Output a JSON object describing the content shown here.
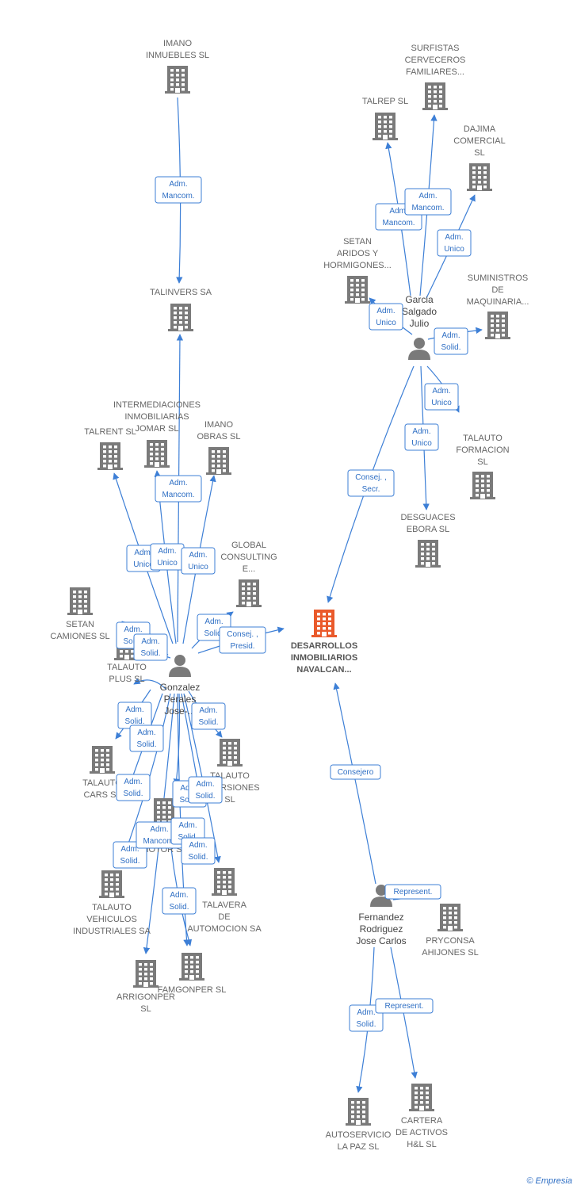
{
  "colors": {
    "edge": "#3d7fd6",
    "building": "#7a7a7a",
    "focus_building": "#ea5a2b",
    "person": "#7a7a7a",
    "label": "#666666"
  },
  "companies": [
    {
      "id": "imano-inmuebles",
      "lines": [
        "IMANO",
        "INMUEBLES  SL"
      ],
      "focus": false
    },
    {
      "id": "talinvers",
      "lines": [
        "TALINVERS SA"
      ],
      "focus": false
    },
    {
      "id": "talrent",
      "lines": [
        "TALRENT  SL"
      ],
      "focus": false
    },
    {
      "id": "intermediaciones",
      "lines": [
        "INTERMEDIACIONES",
        "INMOBILIARIAS",
        "JOMAR  SL"
      ],
      "focus": false
    },
    {
      "id": "imano-obras",
      "lines": [
        "IMANO",
        "OBRAS  SL"
      ],
      "focus": false
    },
    {
      "id": "global-consulting",
      "lines": [
        "GLOBAL",
        "CONSULTING",
        "E..."
      ],
      "focus": false
    },
    {
      "id": "setan-camiones",
      "lines": [
        "SETAN",
        "CAMIONES SL"
      ],
      "focus": false
    },
    {
      "id": "talauto-plus",
      "lines": [
        "TALAUTO",
        "PLUS  SL"
      ],
      "focus": false
    },
    {
      "id": "talauto-cars",
      "lines": [
        "TALAUTO",
        "CARS  SL"
      ],
      "focus": false
    },
    {
      "id": "talauto-inversiones",
      "lines": [
        "TALAUTO",
        "INVERSIONES",
        "SL"
      ],
      "focus": false
    },
    {
      "id": "talauto-motor",
      "lines": [
        "TALAUTO",
        "MOTOR  SL"
      ],
      "focus": false
    },
    {
      "id": "talauto-vehiculos",
      "lines": [
        "TALAUTO",
        "VEHICULOS",
        "INDUSTRIALES SA"
      ],
      "focus": false
    },
    {
      "id": "talavera-automocion",
      "lines": [
        "TALAVERA",
        "DE",
        "AUTOMOCION SA"
      ],
      "focus": false
    },
    {
      "id": "arrigonper",
      "lines": [
        "ARRIGONPER",
        "SL"
      ],
      "focus": false
    },
    {
      "id": "famgonper",
      "lines": [
        "FAMGONPER SL"
      ],
      "focus": false
    },
    {
      "id": "desarrollos",
      "lines": [
        "DESARROLLOS",
        "INMOBILIARIOS",
        "NAVALCAN..."
      ],
      "focus": true
    },
    {
      "id": "surfistas",
      "lines": [
        "SURFISTAS",
        "CERVECEROS",
        "FAMILIARES..."
      ],
      "focus": false
    },
    {
      "id": "talrep",
      "lines": [
        "TALREP  SL"
      ],
      "focus": false
    },
    {
      "id": "dajima",
      "lines": [
        "DAJIMA",
        "COMERCIAL",
        "SL"
      ],
      "focus": false
    },
    {
      "id": "setan-aridos",
      "lines": [
        "SETAN",
        "ARIDOS Y",
        "HORMIGONES..."
      ],
      "focus": false
    },
    {
      "id": "suministros",
      "lines": [
        "SUMINISTROS",
        "DE",
        "MAQUINARIA..."
      ],
      "focus": false
    },
    {
      "id": "talauto-formacion",
      "lines": [
        "TALAUTO",
        "FORMACION",
        "SL"
      ],
      "focus": false
    },
    {
      "id": "desguaces",
      "lines": [
        "DESGUACES",
        "EBORA SL"
      ],
      "focus": false
    },
    {
      "id": "pryconsa",
      "lines": [
        "PRYCONSA",
        "AHIJONES  SL"
      ],
      "focus": false
    },
    {
      "id": "autoservicio",
      "lines": [
        "AUTOSERVICIO",
        "LA PAZ SL"
      ],
      "focus": false
    },
    {
      "id": "cartera",
      "lines": [
        "CARTERA",
        "DE ACTIVOS",
        "H&L  SL"
      ],
      "focus": false
    }
  ],
  "persons": [
    {
      "id": "gonzalez",
      "lines": [
        "Gonzalez",
        "Perales",
        "Jose-..."
      ]
    },
    {
      "id": "garcia",
      "lines": [
        "Garcia",
        "Salgado",
        "Julio"
      ]
    },
    {
      "id": "fernandez",
      "lines": [
        "Fernandez",
        "Rodriguez",
        "Jose Carlos"
      ]
    }
  ],
  "relations": [
    {
      "id": "e1",
      "lines": [
        "Adm.",
        "Mancom."
      ]
    },
    {
      "id": "e2",
      "lines": [
        "Adm.",
        "Mancom."
      ]
    },
    {
      "id": "e3",
      "lines": [
        "Adm.",
        "Unico"
      ]
    },
    {
      "id": "e4",
      "lines": [
        "Adm.",
        "Unico"
      ]
    },
    {
      "id": "e5",
      "lines": [
        "Adm.",
        "Unico"
      ]
    },
    {
      "id": "e6",
      "lines": [
        "Adm.",
        "Solid."
      ]
    },
    {
      "id": "e7",
      "lines": [
        "Consej. ,",
        "Presid."
      ]
    },
    {
      "id": "e8",
      "lines": [
        "Adm.",
        "Solid."
      ]
    },
    {
      "id": "e9",
      "lines": [
        "Adm.",
        "Solid."
      ]
    },
    {
      "id": "e10",
      "lines": [
        "Adm.",
        "Solid."
      ]
    },
    {
      "id": "e11",
      "lines": [
        "Adm.",
        "Solid."
      ]
    },
    {
      "id": "e12",
      "lines": [
        "Adm.",
        "Solid."
      ]
    },
    {
      "id": "e13",
      "lines": [
        "Adm.",
        "Solid."
      ]
    },
    {
      "id": "e14",
      "lines": [
        "Adm.",
        "Solid."
      ]
    },
    {
      "id": "e15",
      "lines": [
        "Adm.",
        "Solid."
      ]
    },
    {
      "id": "e16",
      "lines": [
        "Adm.",
        "Solid."
      ]
    },
    {
      "id": "e17",
      "lines": [
        "Adm.",
        "Mancom."
      ]
    },
    {
      "id": "e18",
      "lines": [
        "Adm.",
        "Solid."
      ]
    },
    {
      "id": "e19",
      "lines": [
        "Adm.",
        "Solid."
      ]
    },
    {
      "id": "e20",
      "lines": [
        "Adm.",
        "Solid."
      ]
    },
    {
      "id": "e21",
      "lines": [
        "Adm.",
        "Mancom."
      ]
    },
    {
      "id": "e22",
      "lines": [
        "Adm.",
        "Mancom."
      ]
    },
    {
      "id": "e23",
      "lines": [
        "Adm.",
        "Unico"
      ]
    },
    {
      "id": "e24",
      "lines": [
        "Adm.",
        "Unico"
      ]
    },
    {
      "id": "e25",
      "lines": [
        "Adm.",
        "Solid."
      ]
    },
    {
      "id": "e26",
      "lines": [
        "Adm.",
        "Unico"
      ]
    },
    {
      "id": "e27",
      "lines": [
        "Adm.",
        "Unico"
      ]
    },
    {
      "id": "e28",
      "lines": [
        "Consej. ,",
        "Secr."
      ]
    },
    {
      "id": "e29",
      "lines": [
        "Consejero"
      ]
    },
    {
      "id": "e30",
      "lines": [
        "Represent."
      ]
    },
    {
      "id": "e31",
      "lines": [
        "Adm.",
        "Solid."
      ]
    },
    {
      "id": "e32",
      "lines": [
        "Represent."
      ]
    }
  ],
  "brand": {
    "copyright": "©",
    "name": "Empresia"
  }
}
